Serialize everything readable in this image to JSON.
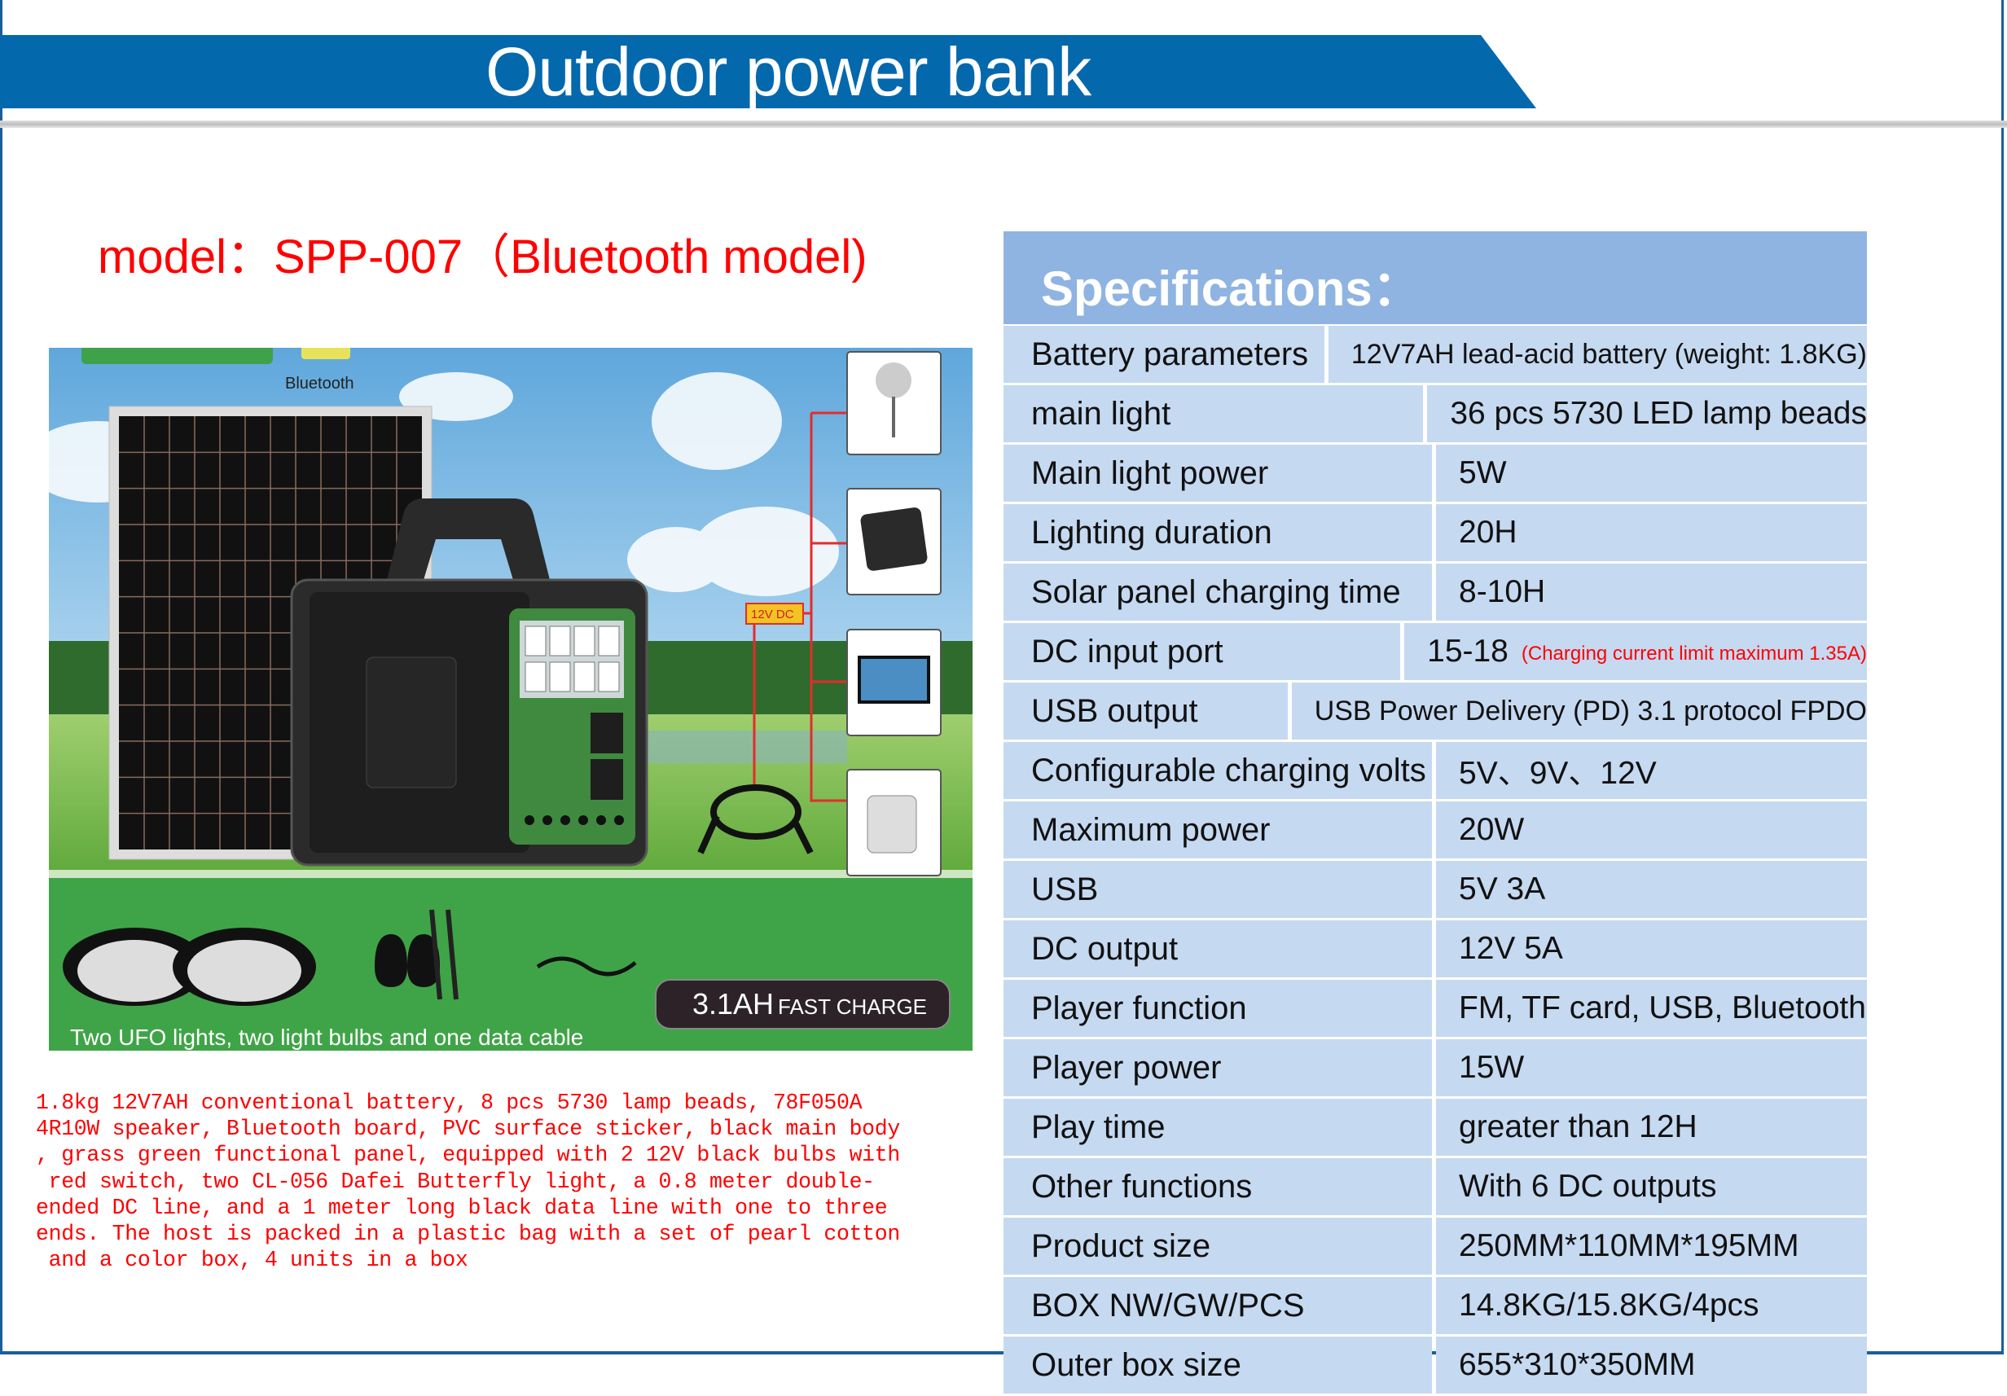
{
  "header": {
    "title": "Outdoor power bank"
  },
  "model_line": "model：SPP-007（Bluetooth model)",
  "photo": {
    "bluetooth_label": "Bluetooth",
    "dc_label": "12V DC",
    "badge": {
      "big": "3.1AH",
      "small": "FAST CHARGE"
    },
    "caption": "Two UFO lights, two light bulbs and one data cable"
  },
  "description_lines": [
    "1.8kg 12V7AH conventional battery, 8 pcs 5730 lamp beads, 78F050A",
    "4R10W speaker, Bluetooth board, PVC surface sticker, black main body",
    ", grass green functional panel, equipped with 2 12V black bulbs with",
    " red switch, two CL-056 Dafei Butterfly light, a 0.8 meter double-",
    "ended DC line, and a 1 meter long black data line with one to three",
    "ends. The host is packed in a plastic bag with a set of pearl cotton",
    " and a color box, 4 units in a box"
  ],
  "specs": {
    "title": "Specifications：",
    "rows": [
      {
        "label": "Battery parameters",
        "value": "12V7AH lead-acid battery (weight: 1.8KG)"
      },
      {
        "label": "main light",
        "value": "36 pcs 5730 LED lamp beads"
      },
      {
        "label": "Main light power",
        "value": "5W"
      },
      {
        "label": "Lighting duration",
        "value": "20H"
      },
      {
        "label": "Solar panel charging time",
        "value": "8-10H"
      },
      {
        "label": "DC input port",
        "value": "15-18",
        "note": "(Charging current limit maximum 1.35A)"
      },
      {
        "label": "USB output",
        "value": "USB Power Delivery (PD) 3.1 protocol FPDO"
      },
      {
        "label": "Configurable charging volts",
        "value": "5V、9V、12V"
      },
      {
        "label": "Maximum power",
        "value": "20W"
      },
      {
        "label": "USB",
        "value": "5V  3A"
      },
      {
        "label": "DC output",
        "value": "12V  5A"
      },
      {
        "label": "Player function",
        "value": "FM, TF card, USB, Bluetooth"
      },
      {
        "label": "Player power",
        "value": "15W"
      },
      {
        "label": "Play time",
        "value": "greater than 12H"
      },
      {
        "label": "Other functions",
        "value": "With 6 DC outputs"
      },
      {
        "label": "Product size",
        "value": "250MM*110MM*195MM"
      },
      {
        "label": "BOX NW/GW/PCS",
        "value": "14.8KG/15.8KG/4pcs"
      },
      {
        "label": "Outer box size",
        "value": "655*310*350MM"
      }
    ]
  },
  "colors": {
    "banner": "#0468ad",
    "spec_header": "#8fb4e2",
    "spec_row": "#c5d9f1",
    "red_text": "#ff0000",
    "device_green": "#3f8a3f"
  }
}
